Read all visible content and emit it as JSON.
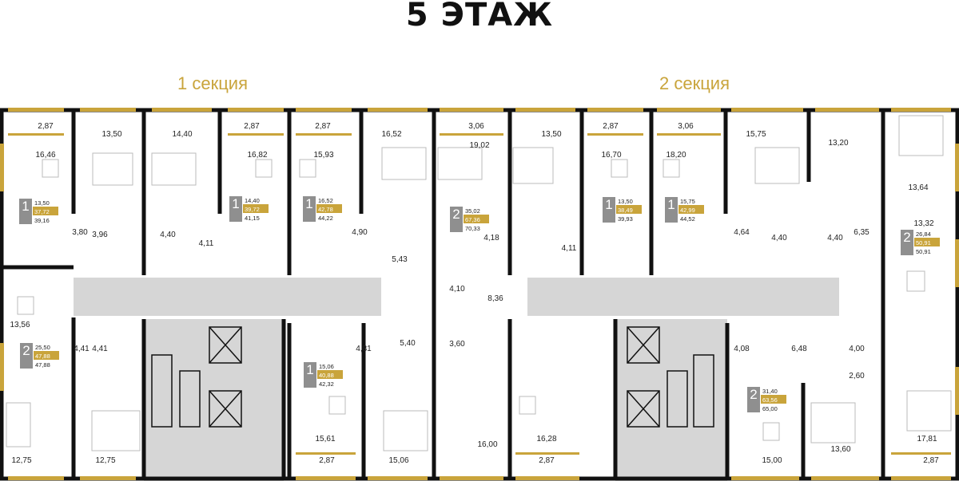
{
  "title": "5 ЭТАЖ",
  "sections": [
    {
      "label": "1 секция"
    },
    {
      "label": "2 секция"
    }
  ],
  "colors": {
    "accent": "#c9a43b",
    "wall": "#111111",
    "corridor": "#d6d6d6",
    "badge": "#8f8f8f"
  },
  "room_areas": [
    "2,87",
    "13,50",
    "14,40",
    "2,87",
    "2,87",
    "16,52",
    "3,06",
    "13,50",
    "2,87",
    "3,06",
    "15,75",
    "16,46",
    "16,82",
    "15,93",
    "19,02",
    "16,70",
    "18,20",
    "13,20",
    "13,64",
    "13,32",
    "3,80",
    "3,96",
    "4,40",
    "4,11",
    "4,90",
    "5,43",
    "4,18",
    "4,11",
    "4,64",
    "4,40",
    "4,40",
    "6,35",
    "4,10",
    "8,36",
    "13,56",
    "4,41",
    "4,41",
    "4,81",
    "5,40",
    "3,60",
    "4,08",
    "6,48",
    "4,00",
    "2,60",
    "15,61",
    "16,00",
    "16,28",
    "17,81",
    "13,60",
    "15,00",
    "12,75",
    "12,75",
    "2,87",
    "15,06",
    "2,87",
    "2,87"
  ],
  "apartments": [
    {
      "rooms": "1",
      "living": "13,50",
      "total": "37,72",
      "alt": "39,16"
    },
    {
      "rooms": "1",
      "living": "14,40",
      "total": "39,72",
      "alt": "41,15"
    },
    {
      "rooms": "1",
      "living": "16,52",
      "total": "42,78",
      "alt": "44,22"
    },
    {
      "rooms": "2",
      "living": "35,02",
      "total": "67,36",
      "alt": "70,33"
    },
    {
      "rooms": "1",
      "living": "13,50",
      "total": "38,49",
      "alt": "39,93"
    },
    {
      "rooms": "1",
      "living": "15,75",
      "total": "42,99",
      "alt": "44,52"
    },
    {
      "rooms": "2",
      "living": "26,84",
      "total": "50,91",
      "alt": "50,91"
    },
    {
      "rooms": "2",
      "living": "25,50",
      "total": "47,88",
      "alt": "47,88"
    },
    {
      "rooms": "1",
      "living": "15,06",
      "total": "40,88",
      "alt": "42,32"
    },
    {
      "rooms": "2",
      "living": "31,40",
      "total": "63,56",
      "alt": "65,00"
    }
  ]
}
